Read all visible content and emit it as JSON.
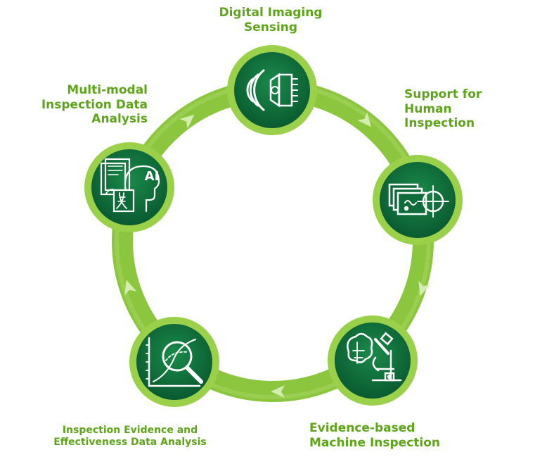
{
  "diagram": {
    "colors": {
      "ring": "#8cc63f",
      "ring_highlight": "#b5dc72",
      "arrow": "#d3ecb0",
      "node_outer": "#9ad04a",
      "node_inner": "#0f6b3a",
      "node_inner_dark": "#0a5a30",
      "icon": "#ffffff",
      "label_text": "#5fa51b"
    },
    "nodes": [
      {
        "id": "digital-imaging",
        "label": "Digital Imaging\nSensing",
        "icon": "imaging-sensor-icon"
      },
      {
        "id": "support-human",
        "label": "Support for\nHuman\nInspection",
        "icon": "image-crosshair-icon"
      },
      {
        "id": "evidence-machine",
        "label": "Evidence-based\nMachine Inspection",
        "icon": "brain-microscope-icon"
      },
      {
        "id": "evidence-data",
        "label": "Inspection Evidence and\nEffectiveness Data Analysis",
        "icon": "chart-magnifier-icon"
      },
      {
        "id": "multimodal",
        "label": "Multi-modal\nInspection Data\nAnalysis",
        "icon": "ai-head-dna-icon"
      }
    ],
    "ai_badge": "AI"
  }
}
